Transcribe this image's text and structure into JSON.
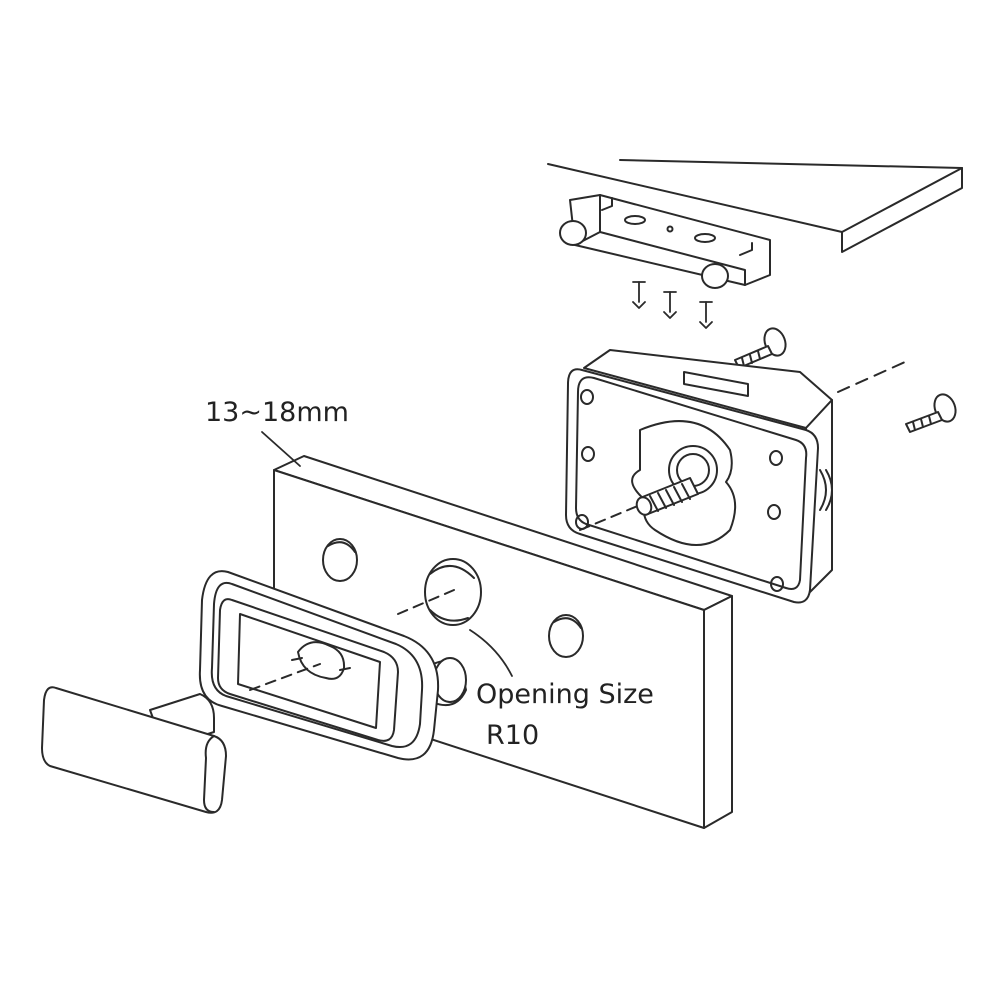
{
  "labels": {
    "thickness": "13~18mm",
    "opening_line1": "Opening Size",
    "opening_line2": "R10"
  },
  "colors": {
    "line": "#2a2a2a",
    "fill": "#ffffff",
    "shade": "#e6e6e6",
    "background": "#ffffff"
  },
  "icons": {
    "shelf": "shelf-panel-icon",
    "strike": "strike-plate-icon",
    "lock_body": "lock-body-icon",
    "door": "door-panel-icon",
    "bezel": "bezel-ring-icon",
    "key": "key-icon"
  }
}
